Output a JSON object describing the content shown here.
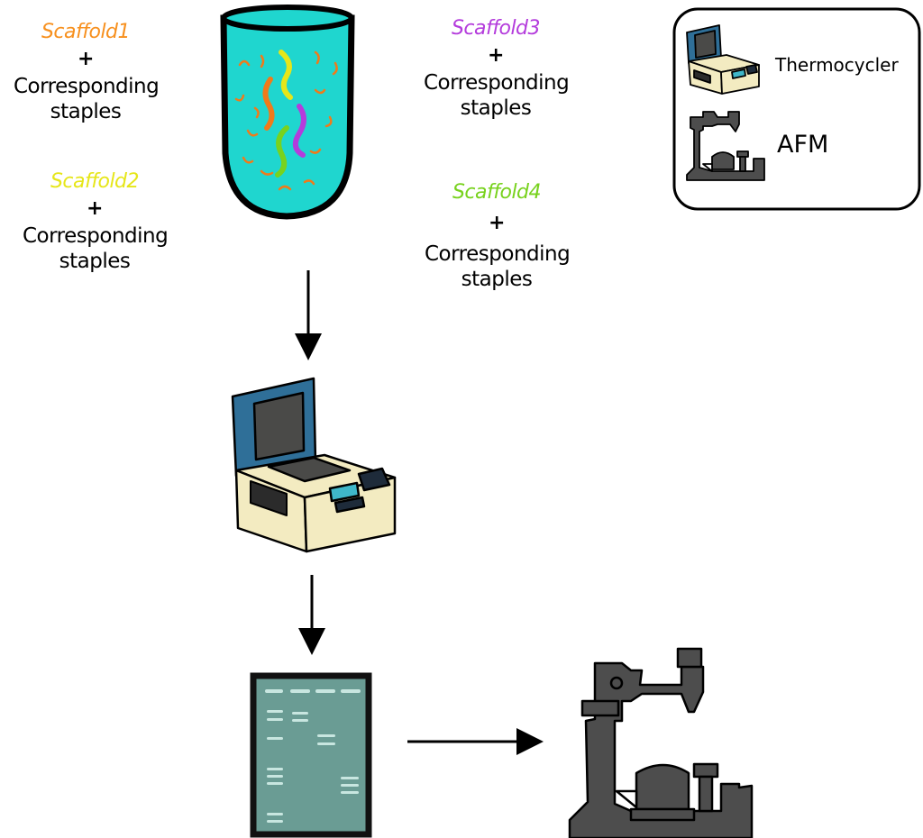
{
  "groups": [
    {
      "scaffold": "Scaffold1",
      "plus": "+",
      "staples": "Corresponding staples",
      "color": "#f7901e"
    },
    {
      "scaffold": "Scaffold2",
      "plus": "+",
      "staples": "Corresponding staples",
      "color": "#e6e619"
    },
    {
      "scaffold": "Scaffold3",
      "plus": "+",
      "staples": "Corresponding staples",
      "color": "#b43cdc"
    },
    {
      "scaffold": "Scaffold4",
      "plus": "+",
      "staples": "Corresponding staples",
      "color": "#78d21e"
    }
  ],
  "legend": {
    "thermocycler": "Thermocycler",
    "afm": "AFM"
  },
  "icons": [
    "tube-icon",
    "thermocycler-icon",
    "gel-icon",
    "afm-icon"
  ]
}
